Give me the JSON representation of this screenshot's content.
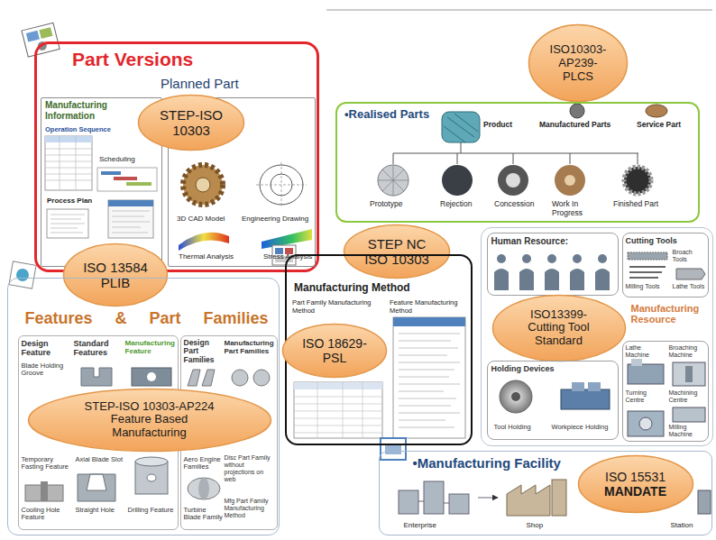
{
  "diagram": {
    "nodes": [
      {
        "text": [
          "Part Versions",
          "Planned Part"
        ]
      },
      {
        "text": [
          "Manufacturing Information",
          "Operation Sequence",
          "Scheduling",
          "Process Plan"
        ],
        "in": 0
      },
      {
        "text": [
          "3D CAD Model",
          "Engineering Drawing",
          "Thermal Analysis",
          "Stress Analysis"
        ],
        "in": 0
      },
      {
        "text": [
          "STEP-ISO 10303"
        ],
        "in": 0
      },
      {
        "text": [
          "ISO10303- AP239- PLCS"
        ]
      },
      {
        "text": [
          "•Realised Parts",
          "Product",
          "Manufactured Parts",
          "Service Part",
          "Prototype",
          "Rejection",
          "Concession",
          "Work In Progress",
          "Finished Part"
        ]
      },
      {
        "text": [
          "ISO 13584 PLIB"
        ]
      },
      {
        "text": [
          "STEP NC ISO 10303"
        ]
      },
      {
        "text": [
          "Features & Part Families"
        ]
      },
      {
        "text": [
          "Design Feature",
          "Standard Features",
          "Manufacturing Feature",
          "Blade Holding Groove",
          "Temporary Fasting Feature",
          "Axial Blade Slot",
          "Cooling Hole Feature",
          "Straight Hole",
          "Drilling Feature"
        ],
        "in": 8
      },
      {
        "text": [
          "Design Part Families",
          "Manufacturing Part Families",
          "Aero Engine Families",
          "Disc Part Family without projections on web",
          "Turbine Blade Family",
          "Mfg Part Family Manufacturing Method"
        ],
        "in": 8
      },
      {
        "text": [
          "STEP-ISO 10303-AP224 Feature Based Manufacturing"
        ],
        "in": 8
      },
      {
        "text": [
          "Manufacturing Method",
          "Part Family Manufacturing Method",
          "Feature Manufacturing Method"
        ]
      },
      {
        "text": [
          "ISO 18629- PSL"
        ]
      },
      {
        "text": [
          "Manufacturing Resource"
        ]
      },
      {
        "text": [
          "Human Resource:"
        ],
        "in": 14
      },
      {
        "text": [
          "Cutting Tools",
          "Broach Tools",
          "Milling Tools",
          "Lathe Tools"
        ],
        "in": 14
      },
      {
        "text": [
          "ISO13399- Cutting Tool Standard"
        ],
        "in": 14
      },
      {
        "text": [
          "Holding Devices",
          "Tool Holding",
          "Workpiece Holding"
        ],
        "in": 14
      },
      {
        "text": [
          "Broaching Machine",
          "Lathe Machine",
          "Machining Centre",
          "Turning Centre",
          "Milling Machine"
        ],
        "in": 14
      },
      {
        "text": [
          "•Manufacturing Facility",
          "Enterprise",
          "Shop",
          "Station"
        ]
      },
      {
        "text": [
          "ISO 15531",
          "MANDATE"
        ],
        "in": 20
      }
    ]
  }
}
